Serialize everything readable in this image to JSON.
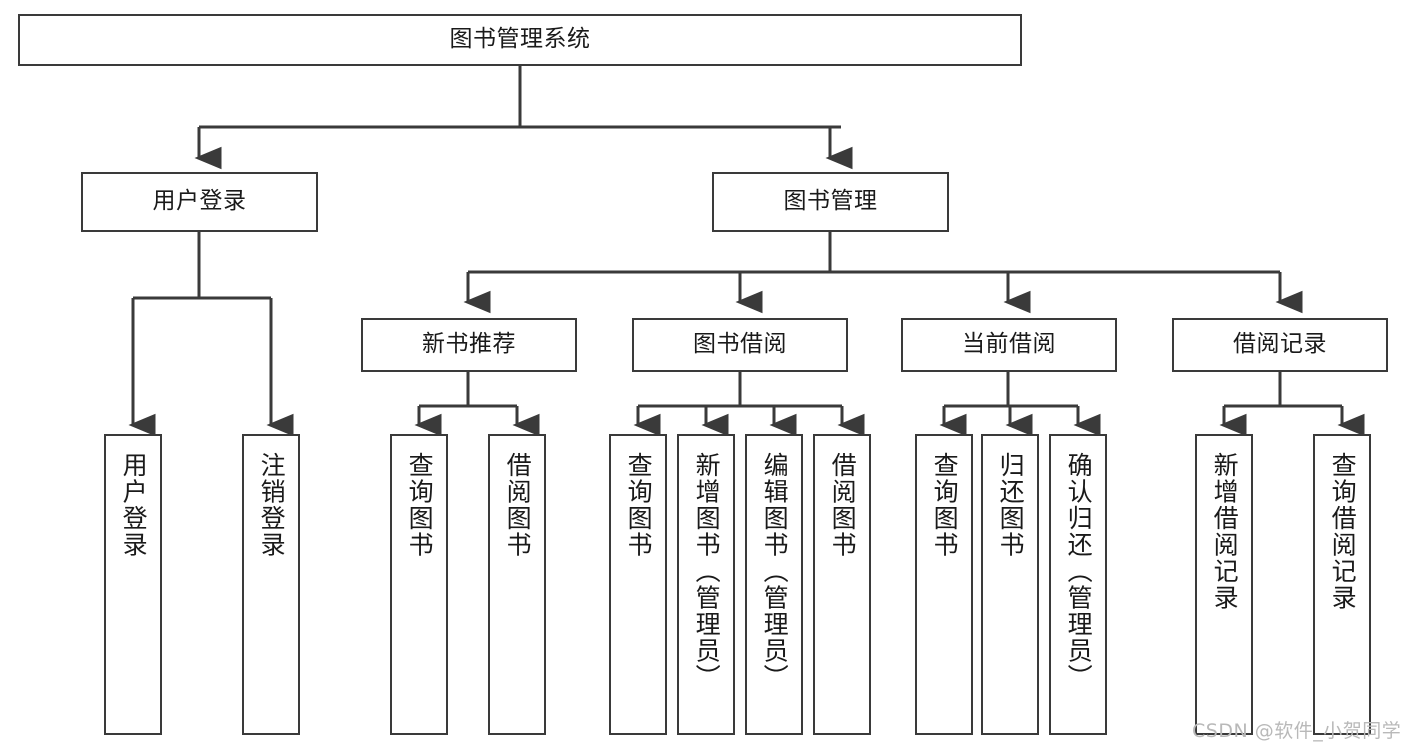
{
  "diagram": {
    "title": "图书管理系统",
    "type": "functional-structure-tree",
    "root": {
      "label": "图书管理系统"
    },
    "level2": [
      {
        "label": "用户登录"
      },
      {
        "label": "图书管理"
      }
    ],
    "level3": [
      {
        "label": "新书推荐"
      },
      {
        "label": "图书借阅"
      },
      {
        "label": "当前借阅"
      },
      {
        "label": "借阅记录"
      }
    ],
    "leaves": {
      "user_login": [
        {
          "label": "用户登录"
        },
        {
          "label": "注销登录"
        }
      ],
      "new_book_recommend": [
        {
          "label": "查询图书"
        },
        {
          "label": "借阅图书"
        }
      ],
      "book_borrow": [
        {
          "label": "查询图书"
        },
        {
          "label": "新增图书（管理员）"
        },
        {
          "label": "编辑图书（管理员）"
        },
        {
          "label": "借阅图书"
        }
      ],
      "current_borrow": [
        {
          "label": "查询图书"
        },
        {
          "label": "归还图书"
        },
        {
          "label": "确认归还（管理员）"
        }
      ],
      "borrow_record": [
        {
          "label": "新增借阅记录"
        },
        {
          "label": "查询借阅记录"
        }
      ]
    }
  },
  "watermark": {
    "text": "CSDN @软件_小贺同学"
  },
  "colors": {
    "stroke": "#3a3a3a",
    "background": "#ffffff",
    "text": "#1a1a1a",
    "watermark": "#b9b9b9"
  }
}
